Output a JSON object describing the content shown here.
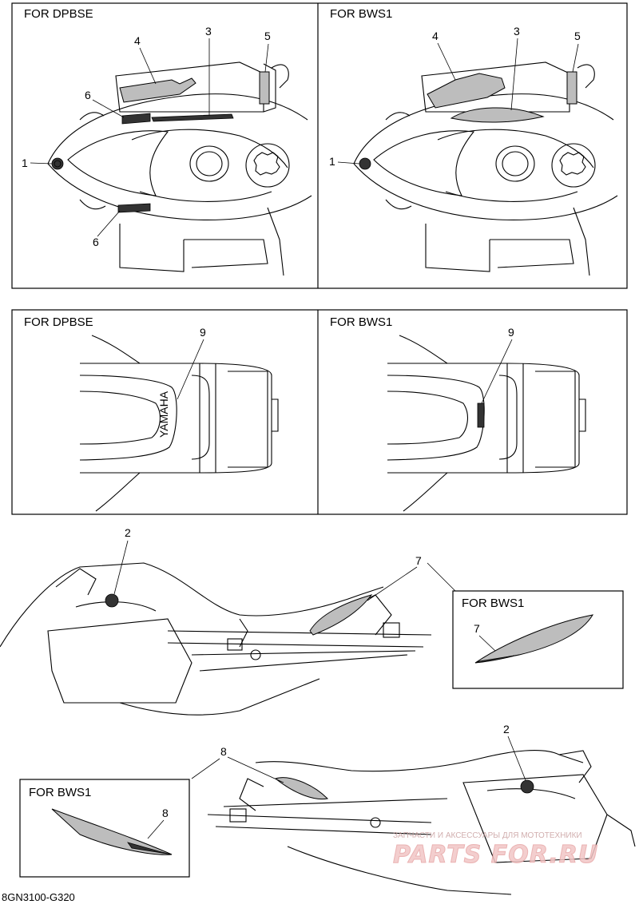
{
  "panels": {
    "top_left_label": "FOR DPBSE",
    "top_right_label": "FOR BWS1",
    "mid_left_label": "FOR DPBSE",
    "mid_right_label": "FOR BWS1",
    "inset_right_label": "FOR BWS1",
    "inset_left_label": "FOR BWS1"
  },
  "callouts": {
    "n1": "1",
    "n2": "2",
    "n3": "3",
    "n4": "4",
    "n5": "5",
    "n6": "6",
    "n7": "7",
    "n8": "8",
    "n9": "9"
  },
  "decal_text": {
    "brand": "YAMAHA"
  },
  "footer": {
    "drawing_code": "8GN3100-G320"
  },
  "watermark": {
    "line1": "ЗАПЧАСТИ И АКСЕССУАРЫ ДЛЯ МОТОТЕХНИКИ",
    "line2": "PARTS FOR.RU"
  }
}
